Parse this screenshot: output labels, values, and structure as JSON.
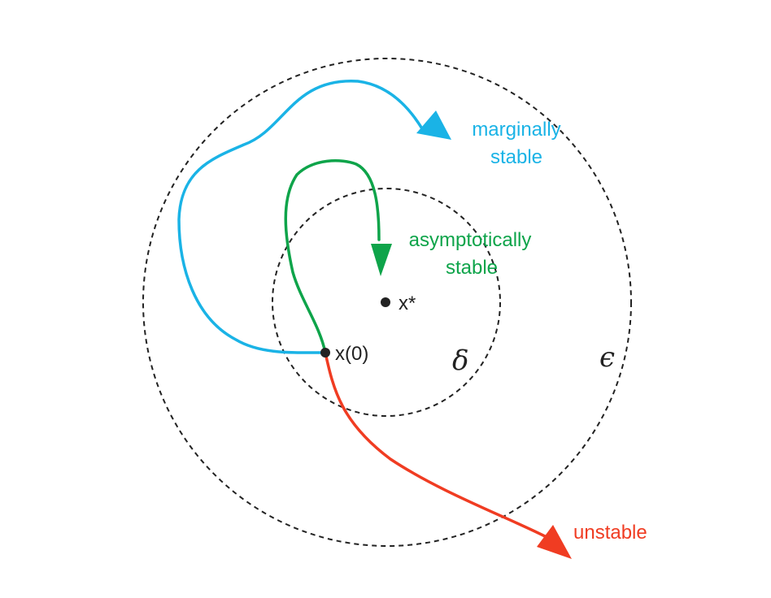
{
  "colors": {
    "marginal": "#1ab3e6",
    "asymptotic": "#0ea44a",
    "unstable": "#f03c22",
    "boundary": "#222222",
    "point": "#222222",
    "text": "#222222"
  },
  "regions": {
    "outer_symbol": "ϵ",
    "inner_symbol": "δ"
  },
  "points": {
    "equilibrium_label": "x*",
    "initial_label": "x(0)"
  },
  "trajectories": {
    "marginal": {
      "line1": "marginally",
      "line2": "stable"
    },
    "asymptotic": {
      "line1": "asymptotically",
      "line2": "stable"
    },
    "unstable": {
      "line1": "unstable"
    }
  }
}
